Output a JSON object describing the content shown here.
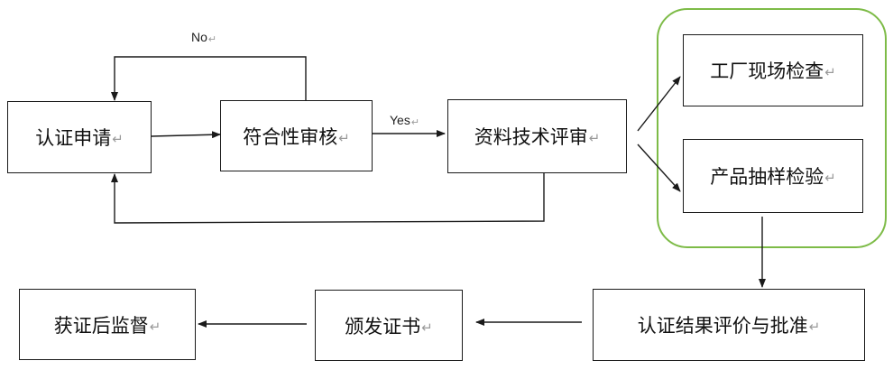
{
  "diagram": {
    "nodes": {
      "apply": "认证申请",
      "conformity": "符合性审核",
      "doc_review": "资料技术评审",
      "factory_inspection": "工厂现场检查",
      "sample_test": "产品抽样检验",
      "evaluation": "认证结果评价与批准",
      "issue_cert": "颁发证书",
      "supervision": "获证后监督"
    },
    "paragraph_mark": "↵",
    "edges": {
      "yes_label": "Yes",
      "no_label": "No"
    },
    "colors": {
      "stroke": "#1a1a1a",
      "group_border": "#7dbb47",
      "paragraph_mark": "#9a9a9a"
    }
  }
}
